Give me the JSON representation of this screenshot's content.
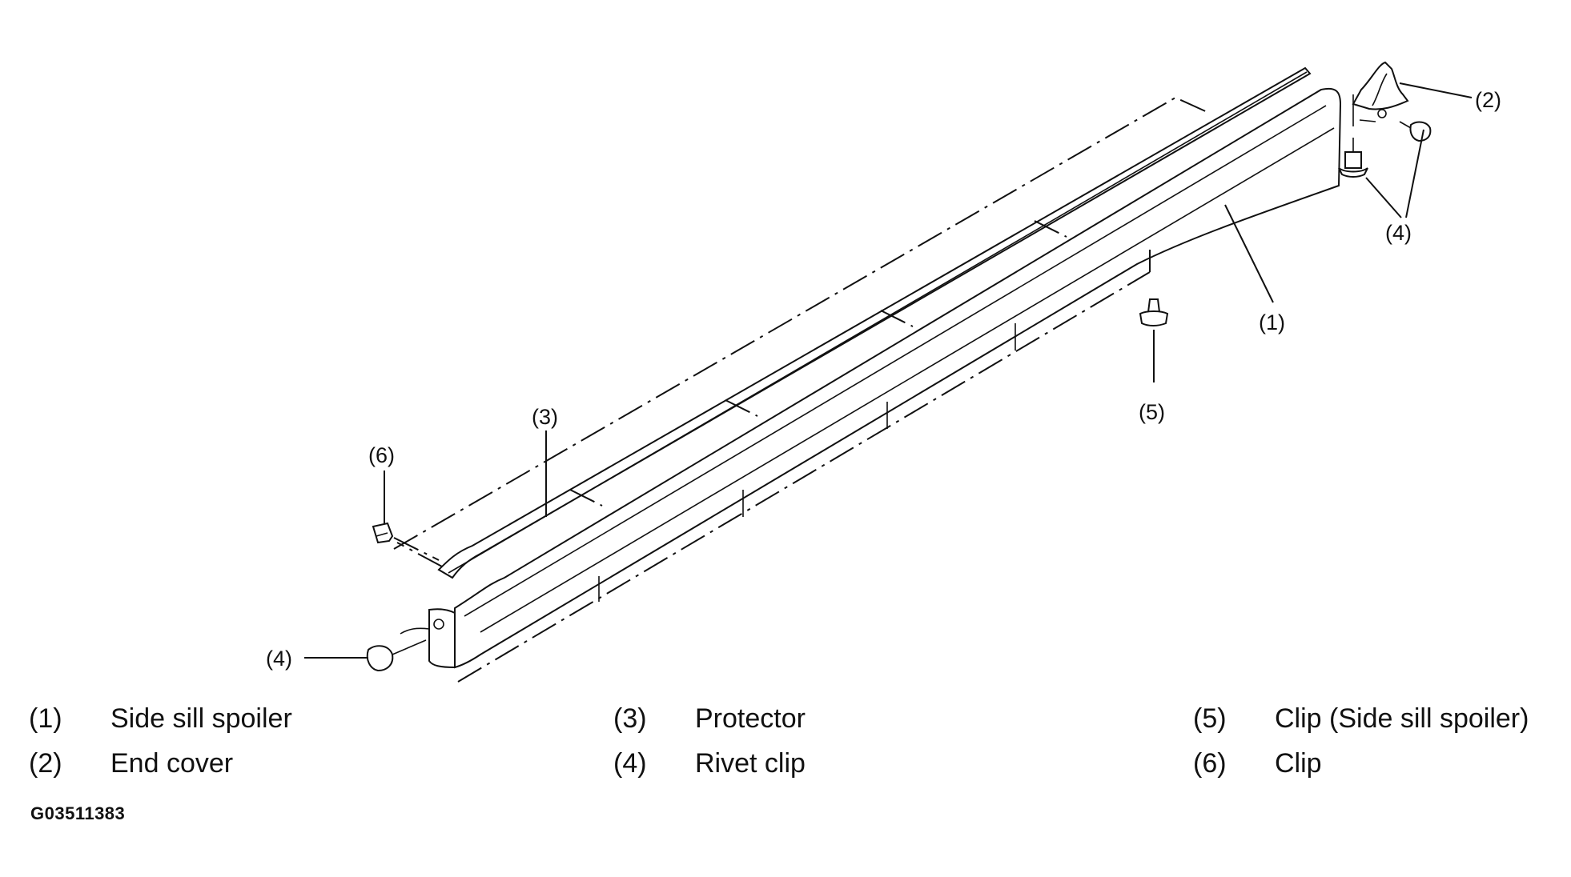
{
  "callouts": {
    "c1": "(1)",
    "c2": "(2)",
    "c3": "(3)",
    "c4_top": "(4)",
    "c4_bottom": "(4)",
    "c5": "(5)",
    "c6": "(6)"
  },
  "legend": {
    "items": [
      {
        "num": "(1)",
        "desc": "Side sill spoiler"
      },
      {
        "num": "(2)",
        "desc": "End cover"
      },
      {
        "num": "(3)",
        "desc": "Protector"
      },
      {
        "num": "(4)",
        "desc": "Rivet clip"
      },
      {
        "num": "(5)",
        "desc": "Clip (Side sill spoiler)"
      },
      {
        "num": "(6)",
        "desc": "Clip"
      }
    ]
  },
  "figure_code": "G03511383"
}
